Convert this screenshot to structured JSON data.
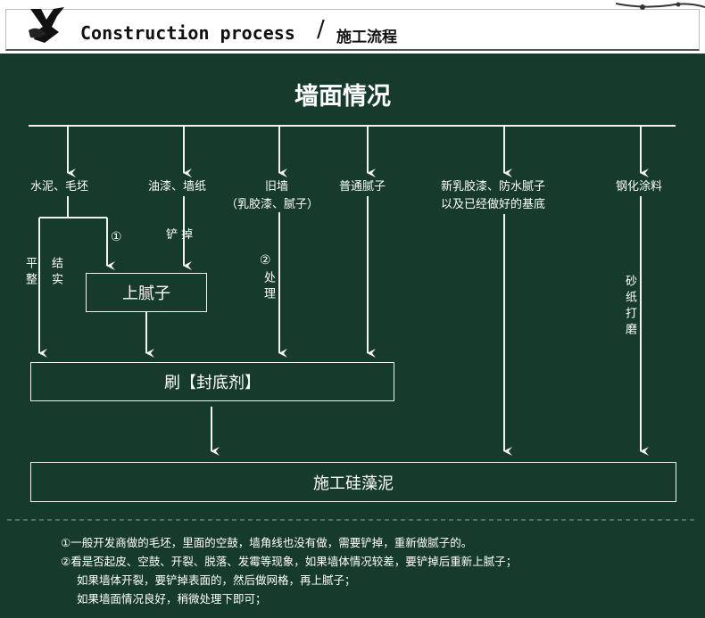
{
  "header": {
    "title_en": "Construction process",
    "separator": "/",
    "title_cn": "施工流程"
  },
  "diagram": {
    "heading": "墙面情况",
    "columns": [
      {
        "label": "水泥、毛坯"
      },
      {
        "label": "油漆、墙纸"
      },
      {
        "label": "旧墙",
        "sub": "（乳胶漆、腻子）"
      },
      {
        "label": "普通腻子"
      },
      {
        "label": "新乳胶漆、防水腻子",
        "sub": "以及已经做好的基底"
      },
      {
        "label": "钢化涂料"
      }
    ],
    "side_labels": {
      "step1": "①",
      "scrape": "铲 掉",
      "level_left": "平整",
      "level_right": "结实",
      "step2": "②",
      "treat": "处理",
      "sand": "砂纸打磨"
    },
    "boxes": {
      "putty": "上腻子",
      "primer": "刷【封底剂】",
      "final": "施工硅藻泥"
    }
  },
  "notes": [
    "①一般开发商做的毛坯，里面的空鼓，墙角线也没有做，需要铲掉，重新做腻子的。",
    "②看是否起皮、空鼓、开裂、脱落、发霉等现象，如果墙体情况较差，要铲掉后重新上腻子；",
    "如果墙体开裂，要铲掉表面的，然后做网格，再上腻子；",
    "如果墙面情况良好，稍微处理下即可；"
  ],
  "colors": {
    "board": "#163a2c",
    "line": "#f2f2f2",
    "text": "#ffffff"
  }
}
